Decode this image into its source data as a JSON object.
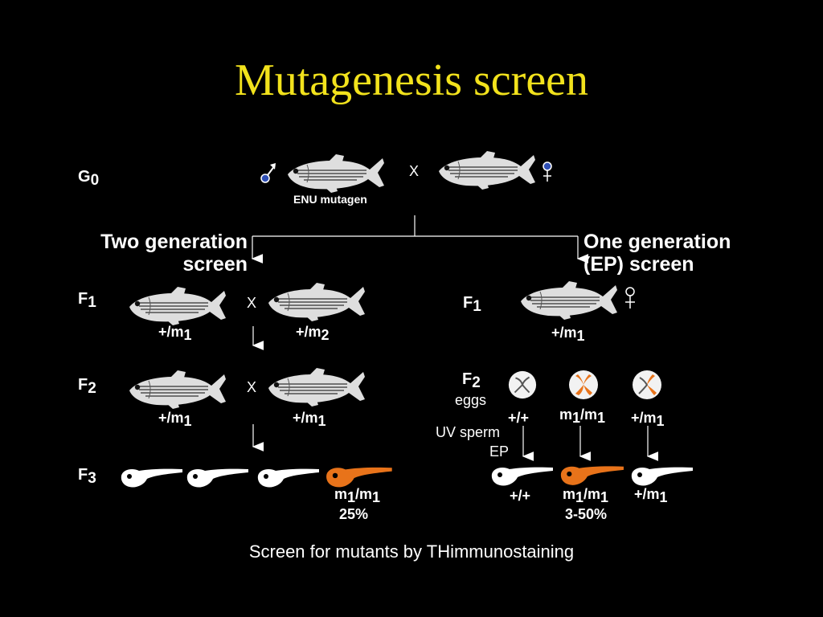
{
  "title": "Mutagenesis screen",
  "colors": {
    "title": "#f2e21c",
    "mutant": "#e8731a",
    "fish_body": "#dedede",
    "male_symbol": "#2f4fb5"
  },
  "g0": {
    "label": "G",
    "sub": "0",
    "cross": "X",
    "mutagen_label": "ENU mutagen",
    "male_icon": "male-symbol-icon",
    "female_icon": "female-symbol-icon"
  },
  "left_branch": {
    "heading_line1": "Two generation",
    "heading_line2": "screen",
    "f1": {
      "label": "F",
      "sub": "1",
      "cross": "X",
      "genotype_a": {
        "base": "+/m",
        "sub": "1"
      },
      "genotype_b": {
        "base": "+/m",
        "sub": "2"
      }
    },
    "f2": {
      "label": "F",
      "sub": "2",
      "cross": "X",
      "genotype_a": {
        "base": "+/m",
        "sub": "1"
      },
      "genotype_b": {
        "base": "+/m",
        "sub": "1"
      }
    },
    "f3": {
      "label": "F",
      "sub": "3",
      "mutant_genotype": {
        "a": "m",
        "a_sub": "1",
        "b": "/m",
        "b_sub": "1"
      },
      "percent": "25%"
    }
  },
  "right_branch": {
    "heading_line1": "One generation",
    "heading_line2": "(EP) screen",
    "f1": {
      "label": "F",
      "sub": "1",
      "genotype": {
        "base": "+/m",
        "sub": "1"
      }
    },
    "f2": {
      "label": "F",
      "sub": "2",
      "eggs_label": "eggs",
      "egg_genotypes": [
        "+/+",
        "m1/m1",
        "+/m1"
      ]
    },
    "treatment_line1": "UV sperm",
    "treatment_line2": "EP",
    "larva_genotypes": {
      "wild": "+/+",
      "mutant_a": "m",
      "mutant_a_sub": "1",
      "mutant_b": "/m",
      "mutant_b_sub": "1",
      "het_base": "+/m",
      "het_sub": "1"
    },
    "percent": "3-50%"
  },
  "caption": "Screen for mutants by THimmunostaining"
}
